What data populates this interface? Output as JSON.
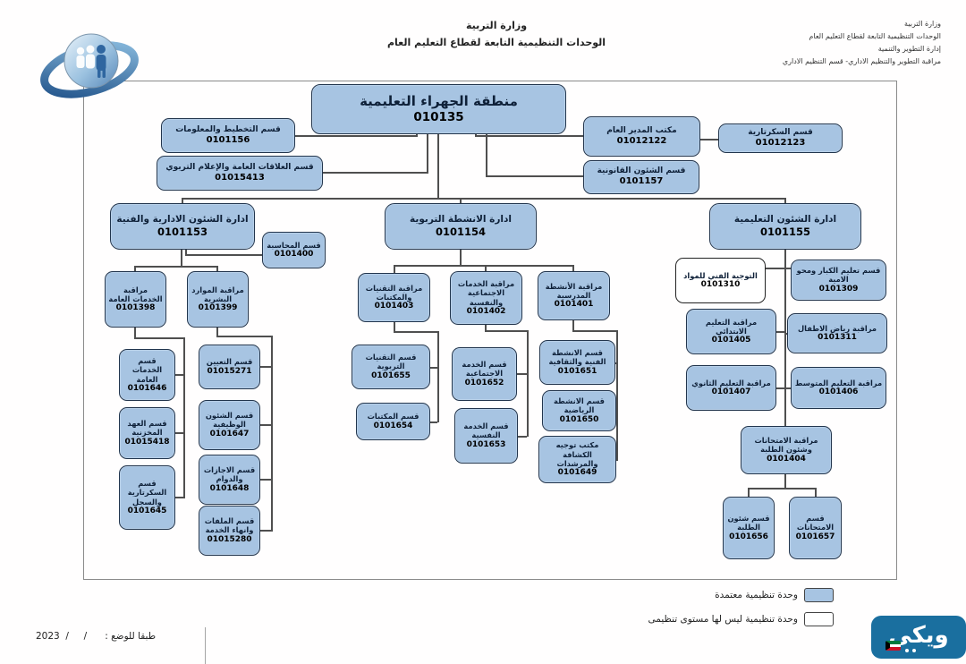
{
  "header": {
    "center": [
      "وزارة التربية",
      "الوحدات التنظيمية التابعة لقطاع التعليم العام"
    ],
    "right": [
      "وزارة التربية",
      "الوحدات التنظيمية التابعة لقطاع التعليم العام",
      "إدارة التطوير والتنمية",
      "مراقبة التطوير والتنظيم الاداري- قسم التنظيم الاداري"
    ],
    "logo": "ministry-of-education-kuwait-emblem"
  },
  "nodes": {
    "root": {
      "label": "منطقة الجهراء التعليمية",
      "code": "010135"
    },
    "n0101156": {
      "label": "قسم التخطيط والمعلومات",
      "code": "0101156"
    },
    "n01015413": {
      "label": "قسم العلاقات العامة والإعلام التربوي",
      "code": "01015413"
    },
    "n01012122": {
      "label": "مكتب المدير العام",
      "code": "01012122"
    },
    "n01012123": {
      "label": "قسم السكرتارية",
      "code": "01012123"
    },
    "n0101157": {
      "label": "قسم الشئون القانونية",
      "code": "0101157"
    },
    "n0101153": {
      "label": "ادارة الشئون الادارية والفنية",
      "code": "0101153"
    },
    "n0101400": {
      "label": "قسم المحاسبة",
      "code": "0101400"
    },
    "n0101154": {
      "label": "ادارة الانشطة التربوية",
      "code": "0101154"
    },
    "n0101155": {
      "label": "ادارة الشئون التعليمية",
      "code": "0101155"
    },
    "n0101398": {
      "label": "مراقبة الخدمات العامة",
      "code": "0101398"
    },
    "n0101399": {
      "label": "مراقبة الموارد البشرية",
      "code": "0101399"
    },
    "n0101646": {
      "label": "قسم الخدمات العامة",
      "code": "0101646"
    },
    "n01015418": {
      "label": "قسم العهد المخزنية",
      "code": "01015418"
    },
    "n0101645": {
      "label": "قسم السكرتارية والسجل",
      "code": "0101645"
    },
    "n01015271": {
      "label": "قسم التعيين",
      "code": "01015271"
    },
    "n0101647": {
      "label": "قسم الشئون الوظيفية",
      "code": "0101647"
    },
    "n0101648": {
      "label": "قسم الاجازات والدوام",
      "code": "0101648"
    },
    "n01015280": {
      "label": "قسم الملفات وانهاء الخدمة",
      "code": "01015280"
    },
    "n0101403": {
      "label": "مراقبة التقنيات والمكتبات",
      "code": "0101403"
    },
    "n0101402": {
      "label": "مراقبة الخدمات الاجتماعية والنفسية",
      "code": "0101402"
    },
    "n0101401": {
      "label": "مراقبة الأنشطة المدرسية",
      "code": "0101401"
    },
    "n0101655": {
      "label": "قسم التقنيات التربوية",
      "code": "0101655"
    },
    "n0101654": {
      "label": "قسم المكتبات",
      "code": "0101654"
    },
    "n0101652": {
      "label": "قسم الخدمة الاجتماعية",
      "code": "0101652"
    },
    "n0101653": {
      "label": "قسم الخدمة النفسية",
      "code": "0101653"
    },
    "n0101651": {
      "label": "قسم الانشطة الفنية والثقافية",
      "code": "0101651"
    },
    "n0101650": {
      "label": "قسم الانشطة الرياضية",
      "code": "0101650"
    },
    "n0101649": {
      "label": "مكتب توجيه الكشافة والمرشدات",
      "code": "0101649"
    },
    "n0101310": {
      "label": "التوجية الفني للمواد",
      "code": "0101310"
    },
    "n0101309": {
      "label": "قسم تعليم الكبار ومحو الامية",
      "code": "0101309"
    },
    "n0101405": {
      "label": "مراقبة التعليم الابتدائي",
      "code": "0101405"
    },
    "n0101311": {
      "label": "مراقبة رياض الاطفال",
      "code": "0101311"
    },
    "n0101407": {
      "label": "مراقبة التعليم الثانوي",
      "code": "0101407"
    },
    "n0101406": {
      "label": "مراقبة التعليم المتوسط",
      "code": "0101406"
    },
    "n0101404": {
      "label": "مراقبة الامتحانات وشئون الطلبة",
      "code": "0101404"
    },
    "n0101656": {
      "label": "قسم شئون الطلبة",
      "code": "0101656"
    },
    "n0101657": {
      "label": "قسم الامتحانات",
      "code": "0101657"
    }
  },
  "legend": {
    "approved": "وحدة تنظيمية معتمدة",
    "no_org_level": "وحدة تنظيمية ليس لها مستوى تنظيمى"
  },
  "footer": {
    "status_line": "طبقا للوضع :      /     /  2023",
    "watermark": "ويكي"
  },
  "colors": {
    "box_fill": "#a7c4e2",
    "box_border": "#22354d",
    "line_color": "#4f4f4f",
    "watermark_bg": "#1a6f9f",
    "frame_border": "#8a8a8a"
  }
}
